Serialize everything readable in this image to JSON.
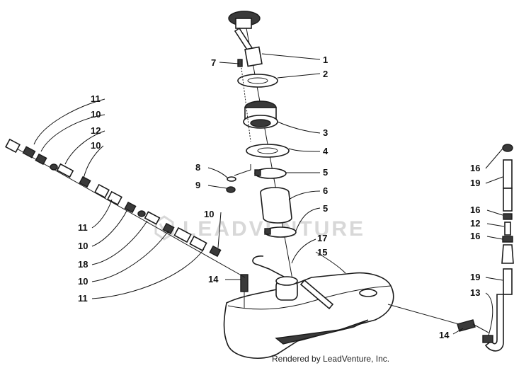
{
  "watermark": "LEADVENTURE",
  "credit": "Rendered by LeadVenture, Inc.",
  "callouts": [
    {
      "id": "c-1-top",
      "text": "1"
    },
    {
      "id": "c-2",
      "text": "2"
    },
    {
      "id": "c-3",
      "text": "3"
    },
    {
      "id": "c-4",
      "text": "4"
    },
    {
      "id": "c-5a",
      "text": "5"
    },
    {
      "id": "c-5b",
      "text": "5"
    },
    {
      "id": "c-6",
      "text": "6"
    },
    {
      "id": "c-7",
      "text": "7"
    },
    {
      "id": "c-8",
      "text": "8"
    },
    {
      "id": "c-9",
      "text": "9"
    },
    {
      "id": "c-10-right",
      "text": "10"
    },
    {
      "id": "c-17",
      "text": "17"
    },
    {
      "id": "c-15",
      "text": "15"
    },
    {
      "id": "c-14-left",
      "text": "14"
    },
    {
      "id": "c-14-right",
      "text": "14"
    },
    {
      "id": "c-11-a",
      "text": "11"
    },
    {
      "id": "c-10-a",
      "text": "10"
    },
    {
      "id": "c-12-left",
      "text": "12"
    },
    {
      "id": "c-10-b",
      "text": "10"
    },
    {
      "id": "c-11-b",
      "text": "11"
    },
    {
      "id": "c-10-c",
      "text": "10"
    },
    {
      "id": "c-18",
      "text": "18"
    },
    {
      "id": "c-10-d",
      "text": "10"
    },
    {
      "id": "c-11-c",
      "text": "11"
    },
    {
      "id": "c-16-a",
      "text": "16"
    },
    {
      "id": "c-19-a",
      "text": "19"
    },
    {
      "id": "c-16-b",
      "text": "16"
    },
    {
      "id": "c-12-right",
      "text": "12"
    },
    {
      "id": "c-16-c",
      "text": "16"
    },
    {
      "id": "c-19-b",
      "text": "19"
    },
    {
      "id": "c-13",
      "text": "13"
    }
  ]
}
